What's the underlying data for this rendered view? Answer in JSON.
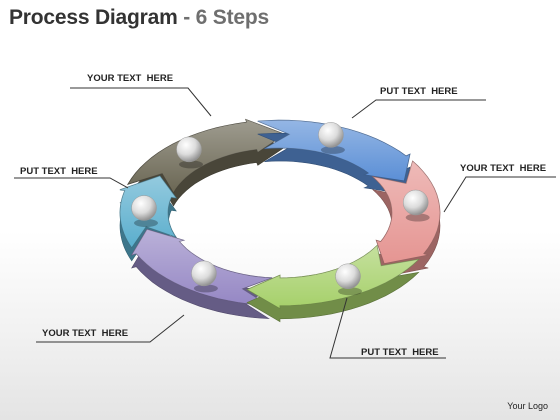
{
  "title": {
    "main": "Process Diagram",
    "separator": " - ",
    "accent": "6 Steps"
  },
  "segments": [
    {
      "name": "olive",
      "color": "#6b6754"
    },
    {
      "name": "blue",
      "color": "#5b8fd6"
    },
    {
      "name": "red",
      "color": "#e59592"
    },
    {
      "name": "green",
      "color": "#a6d06a"
    },
    {
      "name": "purple",
      "color": "#9587c4"
    },
    {
      "name": "teal",
      "color": "#5aaecd"
    }
  ],
  "callouts": [
    {
      "text": "YOUR TEXT  HERE"
    },
    {
      "text": "PUT TEXT  HERE"
    },
    {
      "text": "YOUR TEXT  HERE"
    },
    {
      "text": "PUT TEXT  HERE"
    },
    {
      "text": "YOUR TEXT  HERE"
    },
    {
      "text": "PUT TEXT  HERE"
    }
  ],
  "footer": {
    "logo": "Your Logo"
  }
}
